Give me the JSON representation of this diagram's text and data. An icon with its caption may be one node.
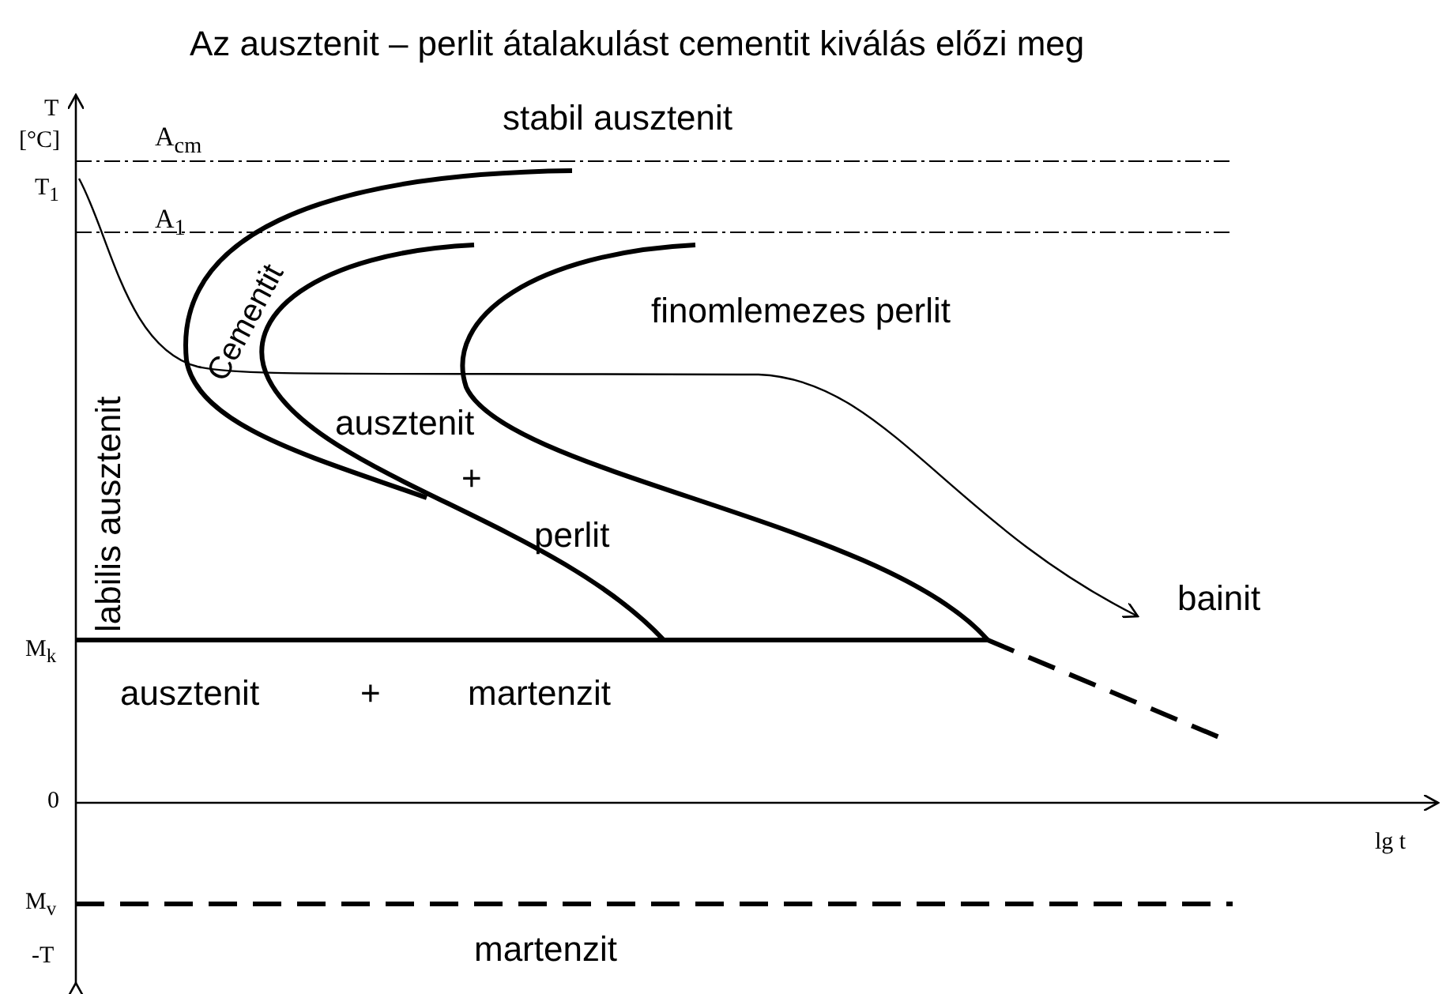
{
  "diagram": {
    "title": "Az ausztenit – perlit átalakulást cementit kiválás előzi meg",
    "labels": [
      "T",
      "[°C]",
      "stabil ausztenit",
      "A$_{cm}$",
      "T$_{1}$",
      "A$_{1}$",
      "Cementit",
      "finomlemezes perlit",
      "labilis ausztenit",
      "ausztenit",
      "+",
      "perlit",
      "bainit",
      "M$_{k}$",
      "ausztenit",
      "+",
      "martenzit",
      "0",
      "lg t",
      "M$_{v}$",
      "-T",
      "martenzit"
    ]
  }
}
